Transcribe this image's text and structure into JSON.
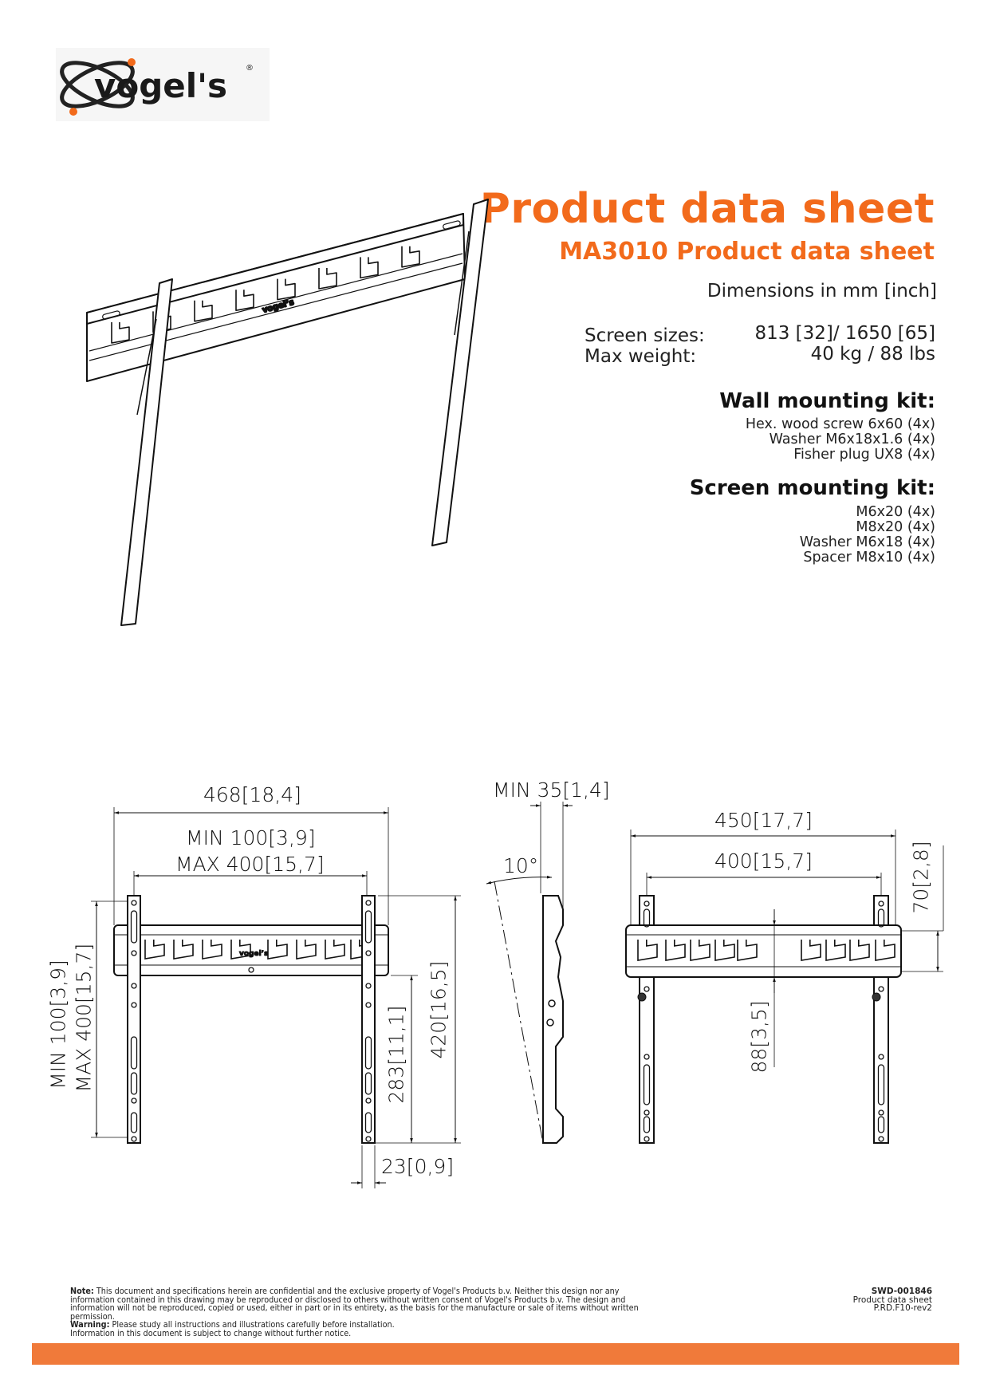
{
  "logo": {
    "text": "vogel's",
    "registered": "®",
    "accent_color": "#f26a1b"
  },
  "header": {
    "title": "Product data sheet",
    "subtitle": "MA3010 Product data sheet",
    "dimensions_note": "Dimensions in mm [inch]"
  },
  "specs": {
    "screen_sizes_label": "Screen sizes:",
    "screen_sizes_value": "813 [32]/  1650 [65]",
    "max_weight_label": "Max weight:",
    "max_weight_value": "40 kg / 88 lbs"
  },
  "wall_kit": {
    "heading": "Wall mounting kit:",
    "items": [
      "Hex. wood screw 6x60 (4x)",
      "Washer M6x18x1.6 (4x)",
      "Fisher plug UX8 (4x)"
    ]
  },
  "screen_kit": {
    "heading": "Screen mounting kit:",
    "items": [
      "M6x20 (4x)",
      "M8x20 (4x)",
      "Washer M6x18 (4x)",
      "Spacer M8x10 (4x)"
    ]
  },
  "drawing_front": {
    "width_total": "468[18,4]",
    "min_h": "MIN 100[3,9]",
    "max_h": "MAX 400[15,7]",
    "min_v": "MIN 100[3,9]",
    "max_v": "MAX 400[15,7]",
    "dim_283": "283[11,1]",
    "dim_420": "420[16,5]",
    "dim_23": "23[0,9]"
  },
  "drawing_side": {
    "min_depth": "MIN 35[1,4]",
    "tilt": "10°"
  },
  "drawing_front2": {
    "width_450": "450[17,7]",
    "width_400": "400[15,7]",
    "dim_70": "70[2,8]",
    "dim_88": "88[3,5]"
  },
  "footer": {
    "note_label": "Note:",
    "note_text": " This document and specifications herein are confidential and the exclusive property of Vogel's Products b.v. Neither this design nor any information contained in this drawing may be reproduced or disclosed to others without written consent of Vogel's Products b.v. The design and information will not be reproduced, copied or used, either in part or in its entirety, as the basis for the manufacture or sale of items without written permission.",
    "warning_label": "Warning:",
    "warning_text": " Please study all instructions and illustrations carefully before installation.",
    "info_text": "Information in this document is subject to change without further notice.",
    "doc_number": "SWD-001846",
    "doc_type": "Product data sheet",
    "form_ref": "P.RD.F10-rev2",
    "bar_color": "#f07a3a"
  }
}
